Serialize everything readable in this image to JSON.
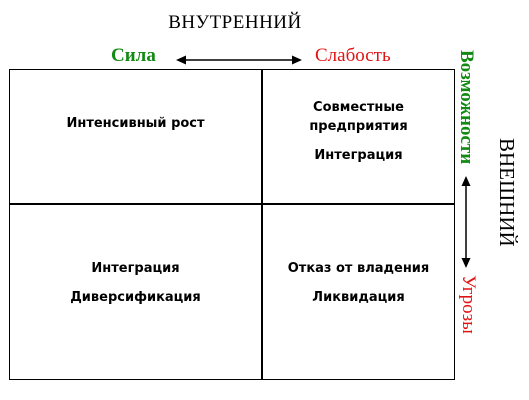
{
  "header": {
    "internal": "ВНУТРЕННИЙ",
    "strength": "Сила",
    "weakness": "Слабость"
  },
  "side": {
    "external": "ВНЕШНИЙ",
    "opportunities": "Возможности",
    "threats": "Угрозы"
  },
  "quadrants": {
    "top_left": [
      "Интенсивный рост"
    ],
    "top_right": [
      "Совместные",
      "предприятия",
      "Интеграция"
    ],
    "bottom_left": [
      "Интеграция",
      "Диверсификация"
    ],
    "bottom_right": [
      "Отказ от владения",
      "Ликвидация"
    ]
  },
  "colors": {
    "green": "#138a13",
    "red": "#e01414"
  }
}
